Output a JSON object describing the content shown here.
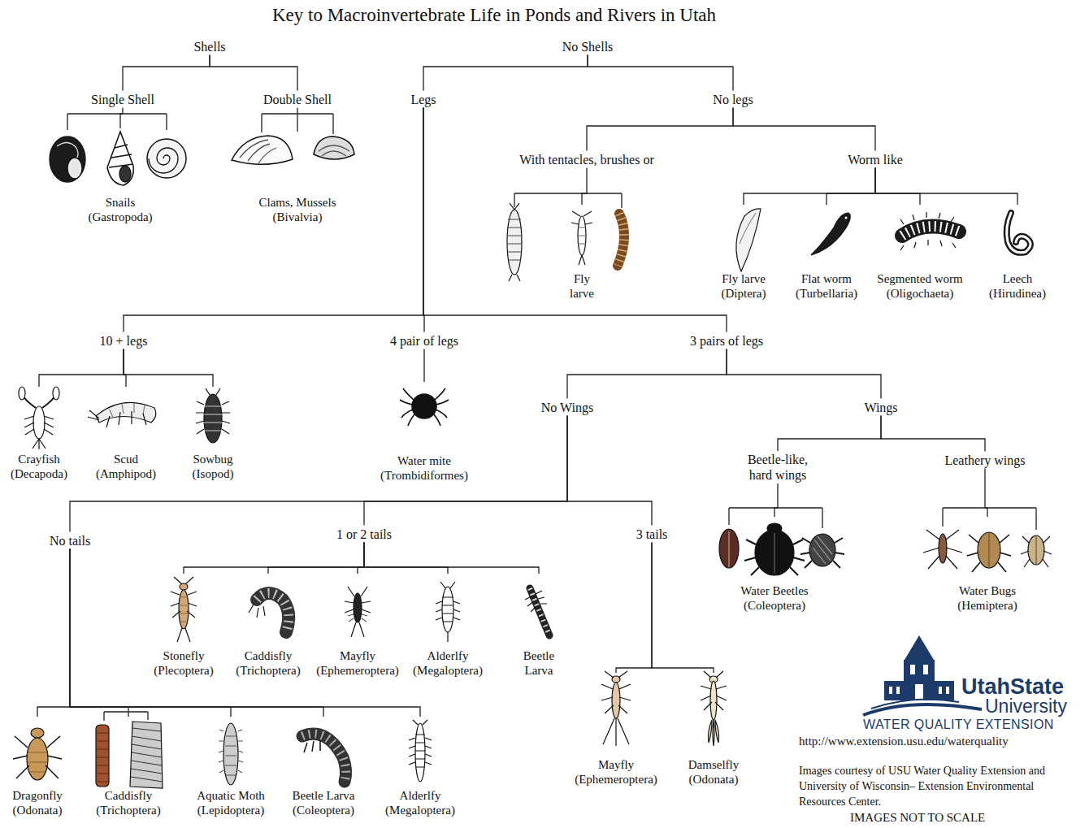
{
  "diagram": {
    "title": "Key to Macroinvertebrate Life in Ponds and Rivers in Utah",
    "nodes": [
      {
        "text": [
          "Shells"
        ]
      },
      {
        "text": [
          "No Shells"
        ]
      },
      {
        "text": [
          "Single Shell"
        ]
      },
      {
        "text": [
          "Double Shell"
        ]
      },
      {
        "text": [
          "Snails",
          "(Gastropoda)"
        ]
      },
      {
        "text": [
          "Clams, Mussels",
          "(Bivalvia)"
        ]
      },
      {
        "text": [
          "Legs"
        ]
      },
      {
        "text": [
          "No legs"
        ]
      },
      {
        "text": [
          "With tentacles, brushes or"
        ]
      },
      {
        "text": [
          "Worm like"
        ]
      },
      {
        "text": [
          "Fly larve"
        ]
      },
      {
        "text": [
          "Fly larve",
          "(Diptera)"
        ]
      },
      {
        "text": [
          "Flat worm",
          "(Turbellaria)"
        ]
      },
      {
        "text": [
          "Segmented worm",
          "(Oligochaeta)"
        ]
      },
      {
        "text": [
          "Leech",
          "(Hirudinea)"
        ]
      },
      {
        "text": [
          "10 + legs"
        ]
      },
      {
        "text": [
          "4 pair of legs"
        ]
      },
      {
        "text": [
          "3 pairs of legs"
        ]
      },
      {
        "text": [
          "Crayfish",
          "(Decapoda)"
        ]
      },
      {
        "text": [
          "Scud",
          "(Amphipod)"
        ]
      },
      {
        "text": [
          "Sowbug",
          "(Isopod)"
        ]
      },
      {
        "text": [
          "Water mite",
          "(Trombidiformes)"
        ]
      },
      {
        "text": [
          "No Wings"
        ]
      },
      {
        "text": [
          "Wings"
        ]
      },
      {
        "text": [
          "Beetle-like, hard wings"
        ]
      },
      {
        "text": [
          "Leathery wings"
        ]
      },
      {
        "text": [
          "Water Beetles",
          "(Coleoptera)"
        ]
      },
      {
        "text": [
          "Water Bugs",
          "(Hemiptera)"
        ]
      },
      {
        "text": [
          "No tails"
        ]
      },
      {
        "text": [
          "1 or 2 tails"
        ]
      },
      {
        "text": [
          "3 tails"
        ]
      },
      {
        "text": [
          "Stonefly",
          "(Plecoptera)"
        ]
      },
      {
        "text": [
          "Caddisfly",
          "(Trichoptera)"
        ]
      },
      {
        "text": [
          "Mayfly",
          "(Ephemeroptera)"
        ]
      },
      {
        "text": [
          "Alderlfy",
          "(Megaloptera)"
        ]
      },
      {
        "text": [
          "Beetle Larva"
        ]
      },
      {
        "text": [
          "Mayfly",
          "(Ephemeroptera)"
        ]
      },
      {
        "text": [
          "Damselfly",
          "(Odonata)"
        ]
      },
      {
        "text": [
          "Dragonfly",
          "(Odonata)"
        ]
      },
      {
        "text": [
          "Caddisfly",
          "(Trichoptera)"
        ]
      },
      {
        "text": [
          "Aquatic Moth",
          "(Lepidoptera)"
        ]
      },
      {
        "text": [
          "Beetle Larva",
          "(Coleoptera)"
        ]
      },
      {
        "text": [
          "Alderlfy",
          "(Megaloptera)"
        ]
      }
    ],
    "edges": [
      {
        "from": 0,
        "to": 2,
        "arrow": "none"
      },
      {
        "from": 0,
        "to": 3,
        "arrow": "none"
      },
      {
        "from": 2,
        "to": 4,
        "arrow": "none"
      },
      {
        "from": 3,
        "to": 5,
        "arrow": "none"
      },
      {
        "from": 1,
        "to": 6,
        "arrow": "none"
      },
      {
        "from": 1,
        "to": 7,
        "arrow": "none"
      },
      {
        "from": 7,
        "to": 8,
        "arrow": "none"
      },
      {
        "from": 7,
        "to": 9,
        "arrow": "none"
      },
      {
        "from": 8,
        "to": 10,
        "arrow": "none"
      },
      {
        "from": 9,
        "to": 11,
        "arrow": "none"
      },
      {
        "from": 9,
        "to": 12,
        "arrow": "none"
      },
      {
        "from": 9,
        "to": 13,
        "arrow": "none"
      },
      {
        "from": 9,
        "to": 14,
        "arrow": "none"
      },
      {
        "from": 6,
        "to": 15,
        "arrow": "none"
      },
      {
        "from": 6,
        "to": 16,
        "arrow": "none"
      },
      {
        "from": 6,
        "to": 17,
        "arrow": "none"
      },
      {
        "from": 15,
        "to": 18,
        "arrow": "none"
      },
      {
        "from": 15,
        "to": 19,
        "arrow": "none"
      },
      {
        "from": 15,
        "to": 20,
        "arrow": "none"
      },
      {
        "from": 16,
        "to": 21,
        "arrow": "none"
      },
      {
        "from": 17,
        "to": 22,
        "arrow": "none"
      },
      {
        "from": 17,
        "to": 23,
        "arrow": "none"
      },
      {
        "from": 23,
        "to": 24,
        "arrow": "none"
      },
      {
        "from": 23,
        "to": 25,
        "arrow": "none"
      },
      {
        "from": 24,
        "to": 26,
        "arrow": "none"
      },
      {
        "from": 25,
        "to": 27,
        "arrow": "none"
      },
      {
        "from": 22,
        "to": 28,
        "arrow": "none"
      },
      {
        "from": 22,
        "to": 29,
        "arrow": "none"
      },
      {
        "from": 22,
        "to": 30,
        "arrow": "none"
      },
      {
        "from": 29,
        "to": 31,
        "arrow": "none"
      },
      {
        "from": 29,
        "to": 32,
        "arrow": "none"
      },
      {
        "from": 29,
        "to": 33,
        "arrow": "none"
      },
      {
        "from": 29,
        "to": 34,
        "arrow": "none"
      },
      {
        "from": 29,
        "to": 35,
        "arrow": "none"
      },
      {
        "from": 30,
        "to": 36,
        "arrow": "none"
      },
      {
        "from": 30,
        "to": 37,
        "arrow": "none"
      },
      {
        "from": 28,
        "to": 38,
        "arrow": "none"
      },
      {
        "from": 28,
        "to": 39,
        "arrow": "none"
      },
      {
        "from": 28,
        "to": 40,
        "arrow": "none"
      },
      {
        "from": 28,
        "to": 41,
        "arrow": "none"
      },
      {
        "from": 28,
        "to": 42,
        "arrow": "none"
      }
    ],
    "labels": [
      "UtahState",
      "University",
      "WATER QUALITY EXTENSION",
      "http://www.extension.usu.edu/waterquality",
      "Images courtesy of USU Water Quality Extension and University of Wisconsin– Extension Environmental Resources Center.",
      "IMAGES NOT TO SCALE"
    ]
  }
}
